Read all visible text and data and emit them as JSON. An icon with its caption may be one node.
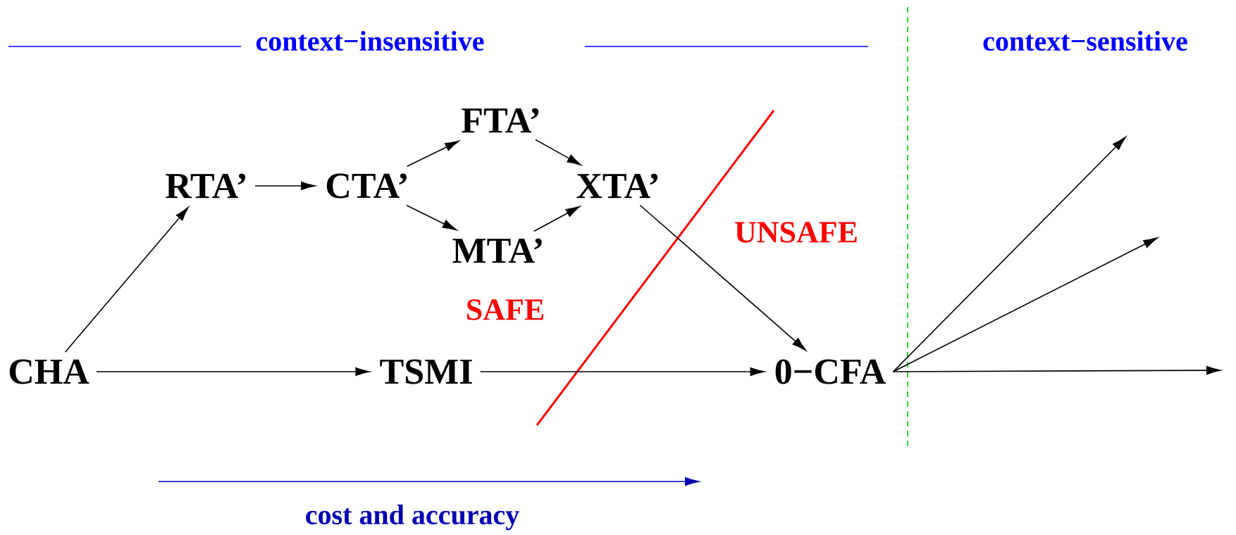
{
  "diagram": {
    "nodes": [
      {
        "text": [
          "CHA"
        ]
      },
      {
        "text": [
          "TSMI"
        ]
      },
      {
        "text": [
          "0−CFA"
        ]
      },
      {
        "text": [
          "RTA’"
        ]
      },
      {
        "text": [
          "CTA’"
        ]
      },
      {
        "text": [
          "FTA’"
        ]
      },
      {
        "text": [
          "MTA’"
        ]
      },
      {
        "text": [
          "XTA’"
        ]
      }
    ],
    "edges": [
      {
        "from": 0,
        "to": 3,
        "arrow": "to"
      },
      {
        "from": 3,
        "to": 4,
        "arrow": "to"
      },
      {
        "from": 4,
        "to": 5,
        "arrow": "to"
      },
      {
        "from": 4,
        "to": 6,
        "arrow": "to"
      },
      {
        "from": 5,
        "to": 7,
        "arrow": "to"
      },
      {
        "from": 6,
        "to": 7,
        "arrow": "to"
      },
      {
        "from": 7,
        "to": 2,
        "arrow": "to"
      },
      {
        "from": 0,
        "to": 1,
        "arrow": "to"
      },
      {
        "from": 1,
        "to": 2,
        "arrow": "to"
      },
      {
        "from": 2,
        "to": null,
        "arrow": "to"
      },
      {
        "from": 2,
        "to": null,
        "arrow": "to"
      },
      {
        "from": 2,
        "to": null,
        "arrow": "to"
      }
    ],
    "labels": [
      "context−insensitive",
      "context−sensitive",
      "UNSAFE",
      "SAFE",
      "cost and accuracy"
    ]
  }
}
